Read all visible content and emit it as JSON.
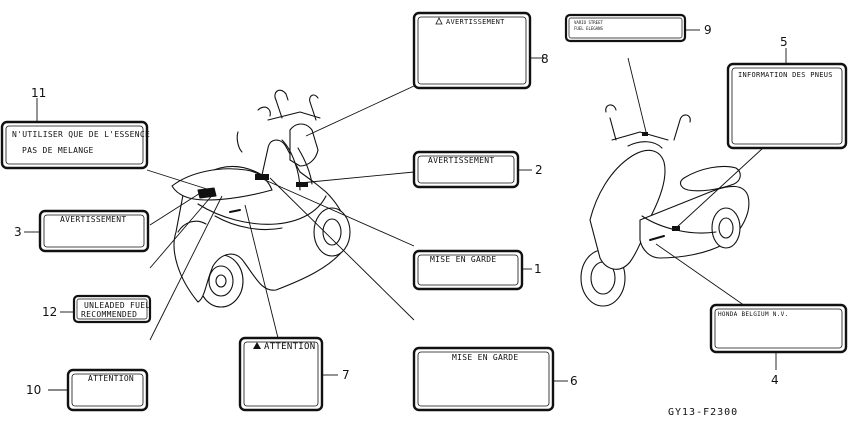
{
  "diagram": {
    "code": "GY13-F2300",
    "labels": [
      {
        "num": "1",
        "text": "MISE  EN  GARDE"
      },
      {
        "num": "2",
        "text": "AVERTISSEMENT"
      },
      {
        "num": "3",
        "text": "AVERTISSEMENT"
      },
      {
        "num": "4",
        "text": "HONDA  BELGIUM  N.V."
      },
      {
        "num": "5",
        "text": "INFORMATION  DES  PNEUS"
      },
      {
        "num": "6",
        "text": "MISE  EN  GARDE"
      },
      {
        "num": "7",
        "text": "ATTENTION"
      },
      {
        "num": "8",
        "text": "AVERTISSEMENT"
      },
      {
        "num": "9",
        "text_lines": [
          "VARIO        STREET",
          "FUEL         ELEGANS"
        ]
      },
      {
        "num": "10",
        "text": "ATTENTION"
      },
      {
        "num": "11",
        "text_lines": [
          "N'UTILISER QUE DE L'ESSENCE",
          "PAS DE MELANGE"
        ]
      },
      {
        "num": "12",
        "text_lines": [
          "UNLEADED FUEL",
          "RECOMMENDED"
        ]
      }
    ]
  }
}
